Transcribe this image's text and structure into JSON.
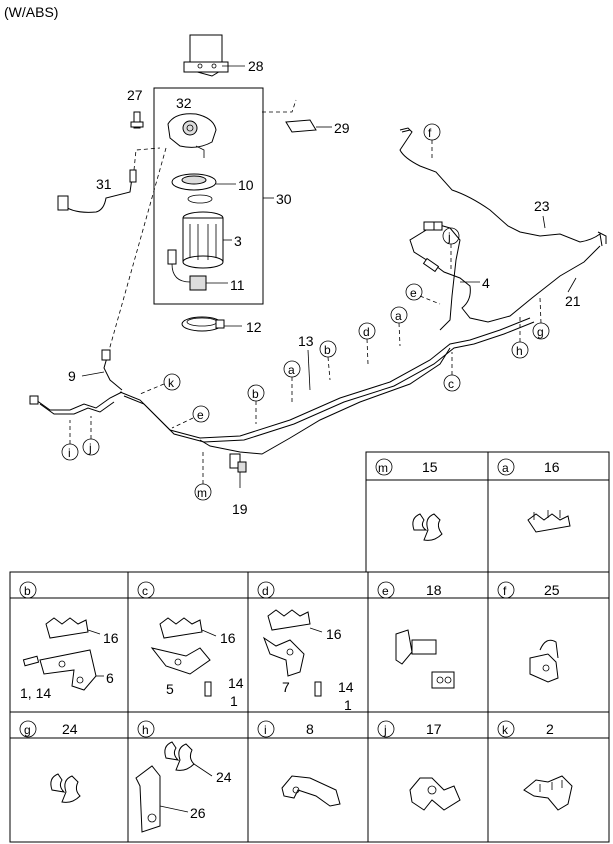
{
  "header": {
    "title": "(W/ABS)"
  },
  "callouts": [
    {
      "id": "p28",
      "text": "28"
    },
    {
      "id": "p27",
      "text": "27"
    },
    {
      "id": "p32",
      "text": "32"
    },
    {
      "id": "p29",
      "text": "29"
    },
    {
      "id": "p31",
      "text": "31"
    },
    {
      "id": "p10",
      "text": "10"
    },
    {
      "id": "p30",
      "text": "30"
    },
    {
      "id": "p3",
      "text": "3"
    },
    {
      "id": "p11",
      "text": "11"
    },
    {
      "id": "p12",
      "text": "12"
    },
    {
      "id": "p23",
      "text": "23"
    },
    {
      "id": "p4",
      "text": "4"
    },
    {
      "id": "p21",
      "text": "21"
    },
    {
      "id": "p13",
      "text": "13"
    },
    {
      "id": "p9",
      "text": "9"
    },
    {
      "id": "p19",
      "text": "19"
    }
  ],
  "letters": {
    "f": "f",
    "j": "j",
    "e": "e",
    "a": "a",
    "d": "d",
    "b": "b",
    "c": "c",
    "h": "h",
    "g": "g",
    "k": "k",
    "i": "i",
    "m": "m"
  },
  "detail_cells": [
    {
      "key": "m",
      "letter": "m",
      "part": "15"
    },
    {
      "key": "a",
      "letter": "a",
      "part": "16"
    },
    {
      "key": "b",
      "letter": "b",
      "part": ""
    },
    {
      "key": "c",
      "letter": "c",
      "part": ""
    },
    {
      "key": "d",
      "letter": "d",
      "part": ""
    },
    {
      "key": "e",
      "letter": "e",
      "part": "18"
    },
    {
      "key": "f",
      "letter": "f",
      "part": "25"
    },
    {
      "key": "g",
      "letter": "g",
      "part": "24"
    },
    {
      "key": "h",
      "letter": "h",
      "part": ""
    },
    {
      "key": "i",
      "letter": "i",
      "part": "8"
    },
    {
      "key": "j",
      "letter": "j",
      "part": "17"
    },
    {
      "key": "k",
      "letter": "k",
      "part": "2"
    }
  ],
  "cell_labels": {
    "b_16": "16",
    "b_114": "1, 14",
    "b_6": "6",
    "c_16": "16",
    "c_14": "14",
    "c_5": "5",
    "c_1": "1",
    "d_16": "16",
    "d_14": "14",
    "d_7": "7",
    "d_1": "1",
    "h_24": "24",
    "h_26": "26"
  }
}
